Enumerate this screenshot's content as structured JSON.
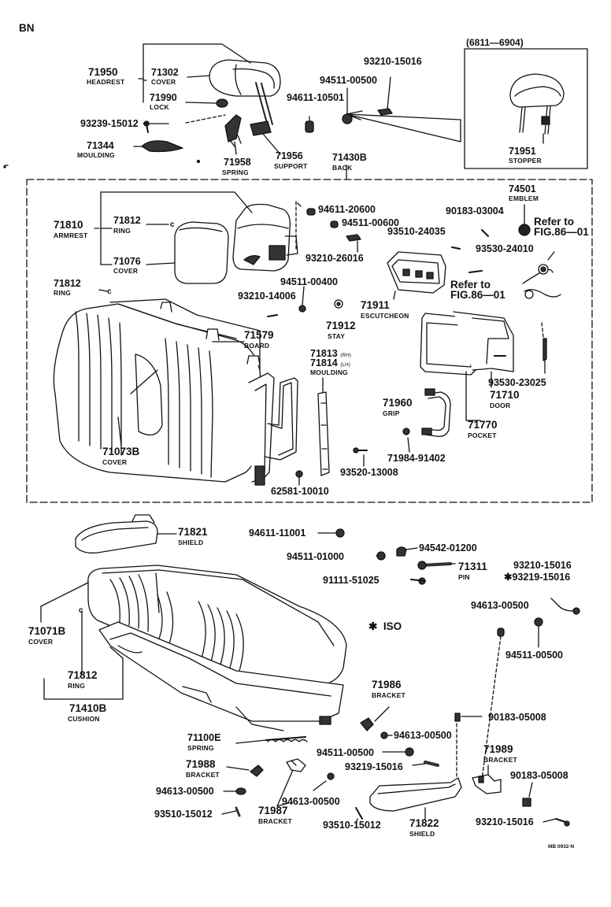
{
  "corner_code": "BN",
  "footer_code": "MB 0932-N",
  "inset": {
    "range": "(6811—6904)",
    "part": "71951",
    "name": "STOPPER"
  },
  "iso_note": "ISO",
  "iso_marker": "✱",
  "refs": {
    "ref1_a": "Refer to",
    "ref1_b": "FIG.86—01",
    "ref2_a": "Refer to",
    "ref2_b": "FIG.86—01"
  },
  "labels": {
    "p71950": "71950",
    "n71950": "HEADREST",
    "p71302": "71302",
    "n71302": "COVER",
    "p71990": "71990",
    "n71990": "LOCK",
    "p93239_15012": "93239-15012",
    "p71344": "71344",
    "n71344": "MOULDING",
    "p71958": "71958",
    "n71958": "SPRING",
    "p71956": "71956",
    "n71956": "SUPPORT",
    "p94611_10501": "94611-10501",
    "p94511_00500a": "94511-00500",
    "p93210_15016a": "93210-15016",
    "p71430B": "71430B",
    "n71430B": "BACK",
    "p74501": "74501",
    "n74501": "EMBLEM",
    "p94611_20600": "94611-20600",
    "p94511_00600": "94511-00600",
    "p90183_03004": "90183-03004",
    "p71810": "71810",
    "n71810": "ARMREST",
    "p71812a": "71812",
    "n71812a": "RING",
    "p93510_24035": "93510-24035",
    "p93210_26016": "93210-26016",
    "p93530_24010": "93530-24010",
    "p71076": "71076",
    "n71076": "COVER",
    "p94511_00400": "94511-00400",
    "p71812b": "71812",
    "n71812b": "RING",
    "p93210_14006": "93210-14006",
    "p71911": "71911",
    "n71911": "ESCUTCHEON",
    "p71912": "71912",
    "n71912": "STAY",
    "p71579": "71579",
    "n71579": "BOARD",
    "p71813": "71813",
    "s71813": "(RH)",
    "p71814": "71814",
    "s71814": "(LH)",
    "n71813": "MOULDING",
    "p93530_23025": "93530-23025",
    "p71960": "71960",
    "n71960": "GRIP",
    "p71710": "71710",
    "n71710": "DOOR",
    "p71770": "71770",
    "n71770": "POCKET",
    "p71073B": "71073B",
    "n71073B": "COVER",
    "p71984_91402": "71984-91402",
    "p93520_13008": "93520-13008",
    "p62581_10010": "62581-10010",
    "p71821": "71821",
    "n71821": "SHIELD",
    "p94611_11001": "94611-11001",
    "p94511_01000": "94511-01000",
    "p94542_01200": "94542-01200",
    "p71311": "71311",
    "n71311": "PIN",
    "p91111_51025": "91111-51025",
    "p93210_15016b": "93210-15016",
    "p93219_15016a": "✱93219-15016",
    "p94613_00500a": "94613-00500",
    "p94511_00500b": "94511-00500",
    "p71071B": "71071B",
    "n71071B": "COVER",
    "p71812c": "71812",
    "n71812c": "RING",
    "p71410B": "71410B",
    "n71410B": "CUSHION",
    "p71986": "71986",
    "n71986": "BRACKET",
    "p90183_05008a": "90183-05008",
    "p94613_00500b": "94613-00500",
    "p71100E": "71100E",
    "n71100E": "SPRING",
    "p94511_00500c": "94511-00500",
    "p71989": "71989",
    "n71989": "BRACKET",
    "p71988": "71988",
    "n71988": "BRACKET",
    "p93219_15016b": "93219-15016",
    "p90183_05008b": "90183-05008",
    "p94613_00500c": "94613-00500",
    "p94613_00500d": "94613-00500",
    "p71987": "71987",
    "n71987": "BRACKET",
    "p93510_15012a": "93510-15012",
    "p93510_15012b": "93510-15012",
    "p71822": "71822",
    "n71822": "SHIELD",
    "p93210_15016c": "93210-15016"
  }
}
